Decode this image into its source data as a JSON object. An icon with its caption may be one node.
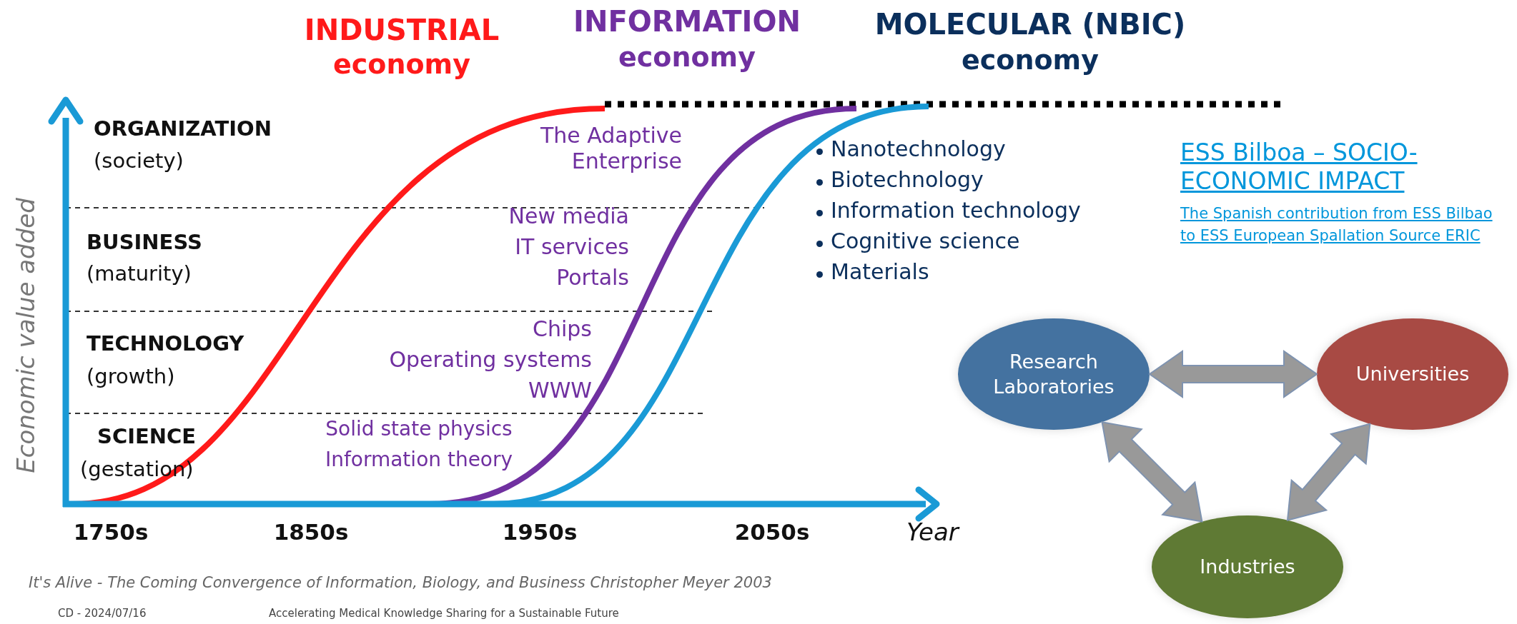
{
  "diagram": {
    "caption": "It's Alive - The Coming Convergence of Information, Biology, and Business Christopher Meyer 2003",
    "nodes": [
      {
        "text": [
          "Research Laboratories"
        ]
      },
      {
        "text": [
          "Universities"
        ]
      },
      {
        "text": [
          "Industries"
        ]
      }
    ],
    "edges": [
      {
        "from": 0,
        "to": 1,
        "arrow": "both"
      },
      {
        "from": 0,
        "to": 2,
        "arrow": "both"
      },
      {
        "from": 1,
        "to": 2,
        "arrow": "both"
      }
    ],
    "labels": [
      "INDUSTRIAL",
      "economy",
      "INFORMATION",
      "economy",
      "MOLECULAR (NBIC)",
      "economy",
      "ORGANIZATION",
      "(society)",
      "BUSINESS",
      "(maturity)",
      "TECHNOLOGY",
      "(growth)",
      "SCIENCE",
      "(gestation)",
      "The Adaptive Enterprise",
      "New media",
      "IT services",
      "Portals",
      "Chips",
      "Operating systems",
      "WWW",
      "Solid state physics",
      "Information theory",
      "Nanotechnology",
      "Biotechnology",
      "Information technology",
      "Cognitive science",
      "Materials",
      "ESS Bilboa – SOCIO-ECONOMIC IMPACT",
      "The Spanish contribution from ESS Bilbao to ESS European Spallation Source ERIC",
      "Economic value added",
      "1750s",
      "1850s",
      "1950s",
      "2050s",
      "Year",
      "CD - 2024/07/16",
      "Accelerating Medical Knowledge Sharing for a Sustainable Future"
    ]
  }
}
